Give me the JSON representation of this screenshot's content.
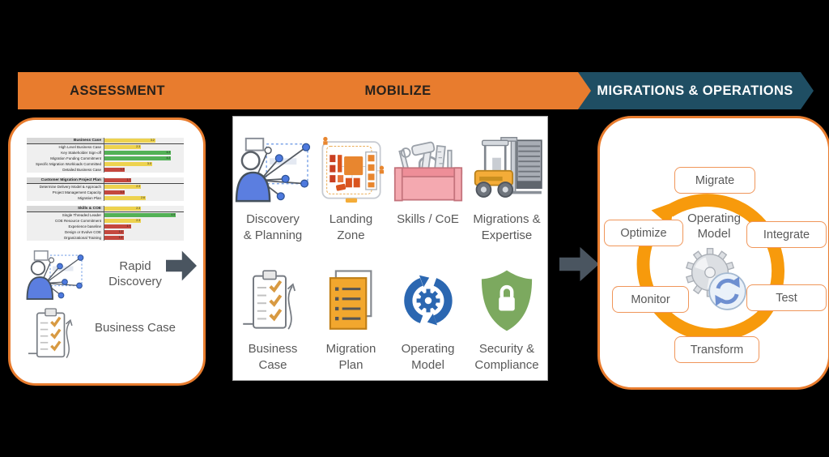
{
  "phases": [
    {
      "label": "ASSESSMENT"
    },
    {
      "label": "MOBILIZE"
    },
    {
      "label": "MIGRATIONS & OPERATIONS"
    }
  ],
  "assessment_panel": {
    "rapid_discovery_lines": [
      "Rapid",
      "Discovery"
    ],
    "business_case_label": "Business Case",
    "chart_data": {
      "type": "bar",
      "orientation": "horizontal",
      "xlim": [
        0,
        5
      ],
      "status_colors": {
        "yellow": "#EDD24F",
        "green": "#53B156",
        "red": "#C4473E"
      },
      "rows": [
        {
          "label": "Business Case",
          "value": 3.2,
          "status": "yellow",
          "header": true
        },
        {
          "label": "High Level Business Case",
          "value": 2.3,
          "status": "yellow"
        },
        {
          "label": "Key Stakeholder Sign-off",
          "value": 4.2,
          "status": "green"
        },
        {
          "label": "Migration Funding Commitment",
          "value": 4.2,
          "status": "green"
        },
        {
          "label": "Specific Migration Workloads Committed",
          "value": 3.0,
          "status": "yellow"
        },
        {
          "label": "Detailed Business Case",
          "value": 1.3,
          "status": "red"
        },
        {
          "label": "Customer Migration Project Plan",
          "value": 1.7,
          "status": "red",
          "header": true
        },
        {
          "label": "Determine Delivery Model & Approach",
          "value": 2.3,
          "status": "yellow"
        },
        {
          "label": "Project Management Capacity",
          "value": 1.3,
          "status": "red"
        },
        {
          "label": "Migration Plan",
          "value": 2.6,
          "status": "yellow"
        },
        {
          "label": "Skills & COE",
          "value": 2.3,
          "status": "yellow",
          "header": true
        },
        {
          "label": "Single Threaded Leader",
          "value": 4.5,
          "status": "green"
        },
        {
          "label": "COE Resource Commitment",
          "value": 2.3,
          "status": "yellow"
        },
        {
          "label": "Experience baseline",
          "value": 1.7,
          "status": "red"
        },
        {
          "label": "Design or Evolve COE",
          "value": 1.2,
          "status": "red"
        },
        {
          "label": "Organizational Training",
          "value": 1.2,
          "status": "red"
        }
      ]
    }
  },
  "mobilize_panel": {
    "items": [
      {
        "lines": [
          "Discovery",
          "& Planning"
        ],
        "icon": "network-person-icon"
      },
      {
        "lines": [
          "Landing",
          "Zone"
        ],
        "icon": "landing-zone-diagram-icon"
      },
      {
        "lines": [
          "Skills / CoE",
          ""
        ],
        "icon": "toolbox-icon"
      },
      {
        "lines": [
          "Migrations &",
          "Expertise"
        ],
        "icon": "forklift-rack-icon"
      },
      {
        "lines": [
          "Business",
          "Case"
        ],
        "icon": "clipboard-checklist-icon"
      },
      {
        "lines": [
          "Migration",
          "Plan"
        ],
        "icon": "documents-icon"
      },
      {
        "lines": [
          "Operating",
          "Model"
        ],
        "icon": "cycle-gear-icon"
      },
      {
        "lines": [
          "Security &",
          "Compliance"
        ],
        "icon": "shield-lock-icon"
      }
    ]
  },
  "operations_panel": {
    "center_label_lines": [
      "Operating",
      "Model"
    ],
    "steps": [
      "Migrate",
      "Integrate",
      "Test",
      "Transform",
      "Monitor",
      "Optimize"
    ]
  },
  "colors": {
    "phase_orange": "#E87C2E",
    "phase_teal": "#1F4E63",
    "panel_border_orange": "#E87C2E",
    "cycle_orange": "#F79A0C",
    "block_arrow_gray": "#4A5560",
    "label_gray": "#595959",
    "bar_yellow": "#EDD24F",
    "bar_green": "#53B156",
    "bar_red": "#C4473E"
  }
}
